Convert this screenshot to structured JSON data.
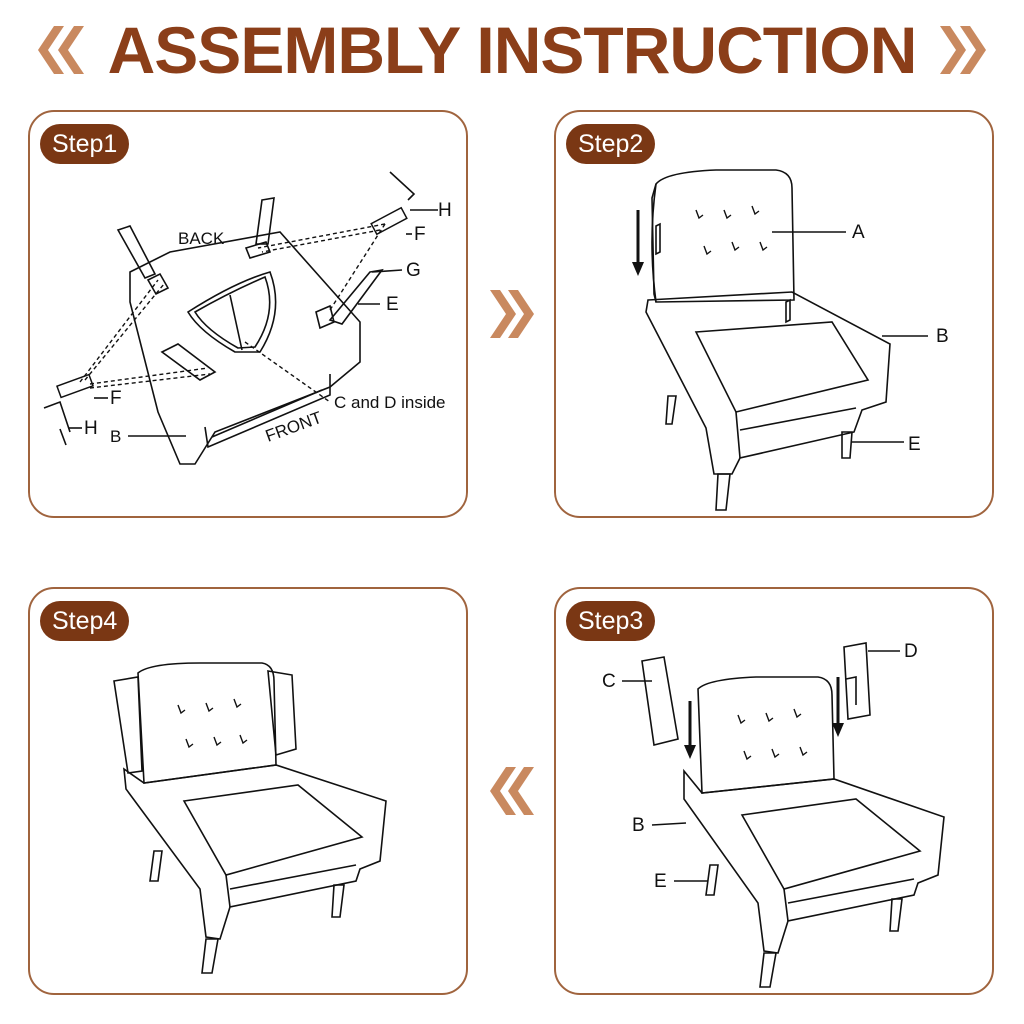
{
  "header": {
    "title": "ASSEMBLY INSTRUCTION",
    "left_mark": "«",
    "right_mark": "»",
    "accent_color": "#8b3e19",
    "chevron_color": "#c9895f"
  },
  "steps": {
    "step1": {
      "badge": "Step1",
      "labels": {
        "back": "BACK",
        "front": "FRONT",
        "b": "B",
        "e": "E",
        "f": "F",
        "g": "G",
        "h": "H",
        "cd": "C and D inside"
      }
    },
    "step2": {
      "badge": "Step2",
      "labels": {
        "a": "A",
        "b": "B",
        "e": "E"
      }
    },
    "step3": {
      "badge": "Step3",
      "labels": {
        "b": "B",
        "c": "C",
        "d": "D",
        "e": "E"
      }
    },
    "step4": {
      "badge": "Step4"
    }
  },
  "colors": {
    "panel_border": "#a0643e",
    "badge_bg": "#7a3714",
    "arrow": "#c9895f"
  }
}
